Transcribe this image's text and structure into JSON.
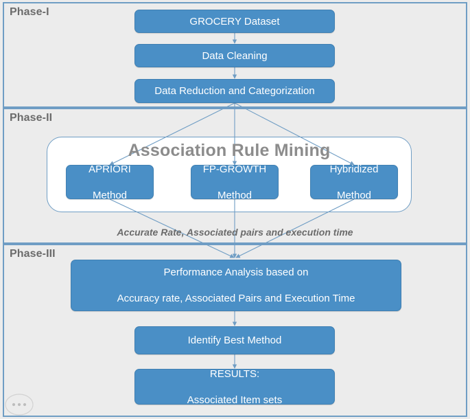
{
  "diagram": {
    "title": "Three-phase association rule mining methodology flowchart",
    "background_color": "#ececec",
    "box_fill_color": "#4a8fc6",
    "box_border_color": "#3f7fb2",
    "frame_border_color": "#6f9dc4",
    "connector_color": "#6f9dc4",
    "label_color": "#6b6b6b"
  },
  "phases": [
    {
      "label": "Phase-I"
    },
    {
      "label": "Phase-II"
    },
    {
      "label": "Phase-III"
    }
  ],
  "phase1": {
    "nodes": [
      {
        "name": "grocery-dataset",
        "text": "GROCERY Dataset"
      },
      {
        "name": "data-cleaning",
        "text": "Data Cleaning"
      },
      {
        "name": "data-reduction",
        "text": "Data Reduction and Categorization"
      }
    ]
  },
  "phase2": {
    "group_title": "Association Rule Mining",
    "methods": [
      {
        "name": "apriori-method",
        "line1": "APRIORI",
        "line2": "Method"
      },
      {
        "name": "fp-growth-method",
        "line1": "FP-GROWTH",
        "line2": "Method"
      },
      {
        "name": "hybridized-method",
        "line1": "Hybridized",
        "line2": "Method"
      }
    ],
    "metrics_caption": "Accurate Rate, Associated pairs and execution time"
  },
  "phase3": {
    "nodes": [
      {
        "name": "performance-analysis",
        "line1": "Performance Analysis based on",
        "line2": "Accuracy rate, Associated Pairs and Execution Time"
      },
      {
        "name": "identify-best-method",
        "line1": "Identify Best Method",
        "line2": ""
      },
      {
        "name": "results",
        "line1": "RESULTS:",
        "line2": "Associated Item sets"
      }
    ]
  }
}
